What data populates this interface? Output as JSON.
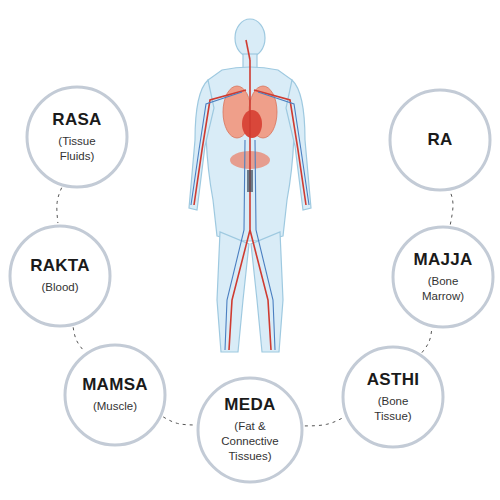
{
  "diagram": {
    "nodes": [
      {
        "text": [
          "RASA",
          "(Tissue Fluids)"
        ]
      },
      {
        "text": [
          "RAKTA",
          "(Blood)"
        ]
      },
      {
        "text": [
          "MAMSA",
          "(Muscle)"
        ]
      },
      {
        "text": [
          "MEDA",
          "(Fat & Connective Tissues)"
        ]
      },
      {
        "text": [
          "ASTHI",
          "(Bone Tissue)"
        ]
      },
      {
        "text": [
          "MAJJA",
          "(Bone Marrow)"
        ]
      },
      {
        "text": [
          "RA"
        ]
      }
    ],
    "edges": [
      {
        "from": 0,
        "to": 1,
        "arrow": "none"
      },
      {
        "from": 1,
        "to": 2,
        "arrow": "none"
      },
      {
        "from": 2,
        "to": 3,
        "arrow": "none"
      },
      {
        "from": 3,
        "to": 4,
        "arrow": "none"
      },
      {
        "from": 4,
        "to": 5,
        "arrow": "none"
      },
      {
        "from": 5,
        "to": 6,
        "arrow": "none"
      }
    ]
  }
}
